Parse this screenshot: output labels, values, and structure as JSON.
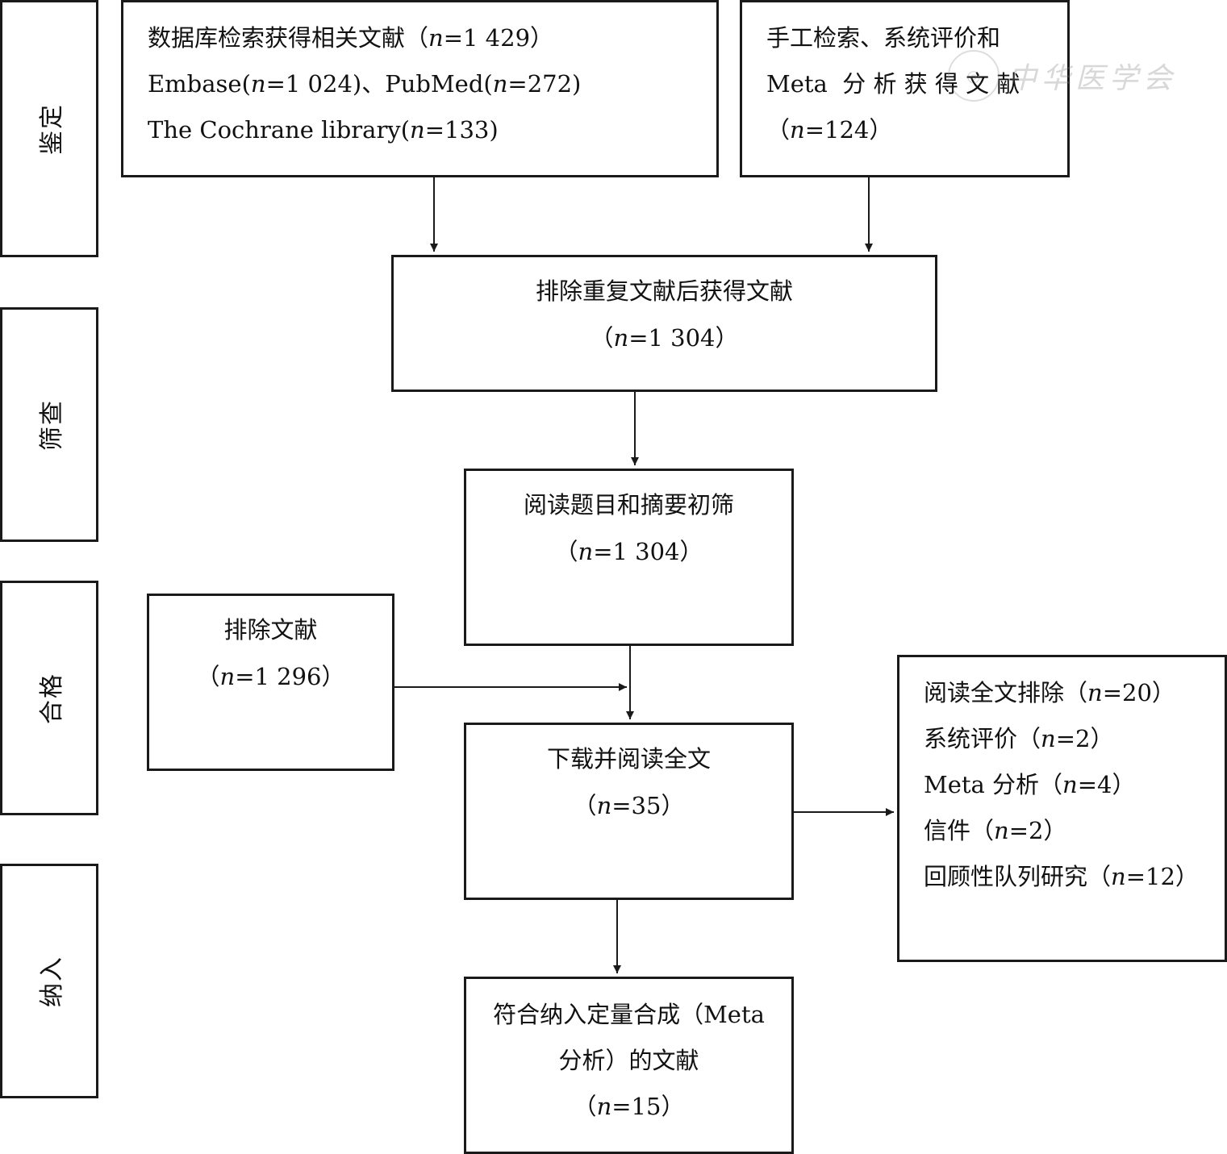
{
  "stages": {
    "identification": "鉴定",
    "screening": "筛查",
    "eligibility": "合格",
    "included": "纳入"
  },
  "boxes": {
    "database_search": {
      "line1_text": "数据库检索获得相关文献（",
      "line1_n": "n",
      "line1_value": "=1 429）",
      "line2_prefix": "Embase(",
      "line2_n1": "n",
      "line2_mid": "=1 024)、PubMed(",
      "line2_n2": "n",
      "line2_suffix": "=272)",
      "line3_prefix": "The Cochrane library(",
      "line3_n": "n",
      "line3_suffix": "=133)"
    },
    "manual_search": {
      "line1": "手工检索、系统评价和",
      "line2": "Meta  分 析 获 得 文 献",
      "line3_open": "（",
      "line3_n": "n",
      "line3_value": "=124）"
    },
    "after_dedup": {
      "title": "排除重复文献后获得文献",
      "count_open": "（",
      "count_n": "n",
      "count_value": "=1 304）"
    },
    "title_abstract": {
      "title": "阅读题目和摘要初筛",
      "count_open": "（",
      "count_n": "n",
      "count_value": "=1 304）"
    },
    "excluded": {
      "title": "排除文献",
      "count_open": "（",
      "count_n": "n",
      "count_value": "=1 296）"
    },
    "full_text": {
      "title": "下载并阅读全文",
      "count_open": "（",
      "count_n": "n",
      "count_value": "=35）"
    },
    "full_text_excluded": {
      "items": [
        {
          "label": "阅读全文排除（",
          "n": "n",
          "value": "=20）"
        },
        {
          "label": "系统评价（",
          "n": "n",
          "value": "=2）"
        },
        {
          "label": "Meta 分析（",
          "n": "n",
          "value": "=4）"
        },
        {
          "label": "信件（",
          "n": "n",
          "value": "=2）"
        },
        {
          "label": "回顾性队列研究（",
          "n": "n",
          "value": "=12）"
        }
      ]
    },
    "included_meta": {
      "line1": "符合纳入定量合成（Meta",
      "line2": "分析）的文献",
      "count_open": "（",
      "count_n": "n",
      "count_value": "=15）"
    }
  },
  "watermark": {
    "seal_char": "◎",
    "text": "中华医学会"
  },
  "colors": {
    "stroke": "#1a1a1a",
    "background": "#ffffff",
    "text": "#111111"
  }
}
